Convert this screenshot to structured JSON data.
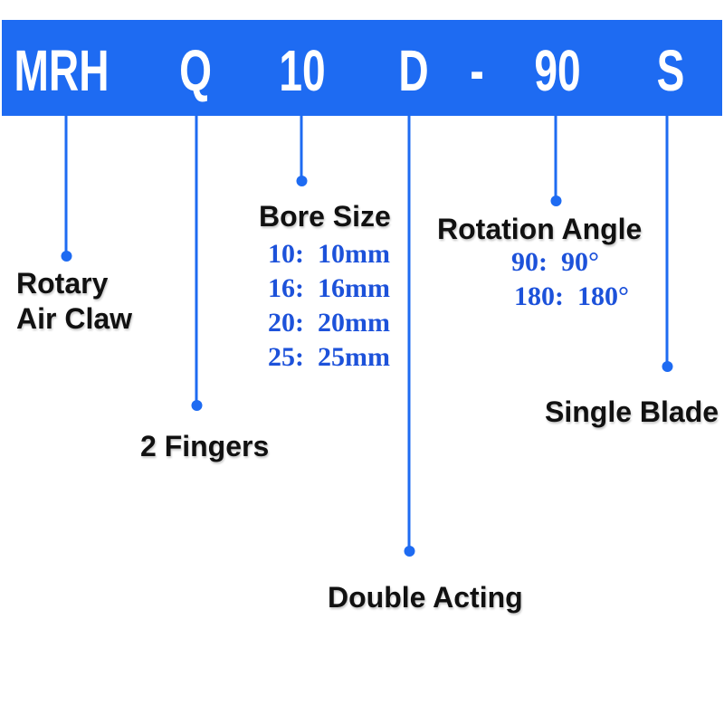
{
  "header": {
    "code_segments": [
      "MRH",
      "Q",
      "10",
      "D",
      "-",
      "90",
      "S"
    ]
  },
  "callouts": {
    "rotary": {
      "line1": "Rotary",
      "line2": "Air Claw"
    },
    "fingers": {
      "label": "2 Fingers"
    },
    "bore": {
      "title": "Bore Size",
      "options": [
        "10:  10mm",
        "16:  16mm",
        "20:  20mm",
        "25:  25mm"
      ]
    },
    "double": {
      "label": "Double Acting"
    },
    "rotation": {
      "title": "Rotation Angle",
      "options": [
        "90:  90°",
        "180:  180°"
      ]
    },
    "single": {
      "label": "Single Blade"
    }
  },
  "colors": {
    "bar": "#1e6bf2",
    "line": "#1e6bf2",
    "text_blue": "#1d52da",
    "label": "#111111",
    "bg": "#ffffff"
  }
}
